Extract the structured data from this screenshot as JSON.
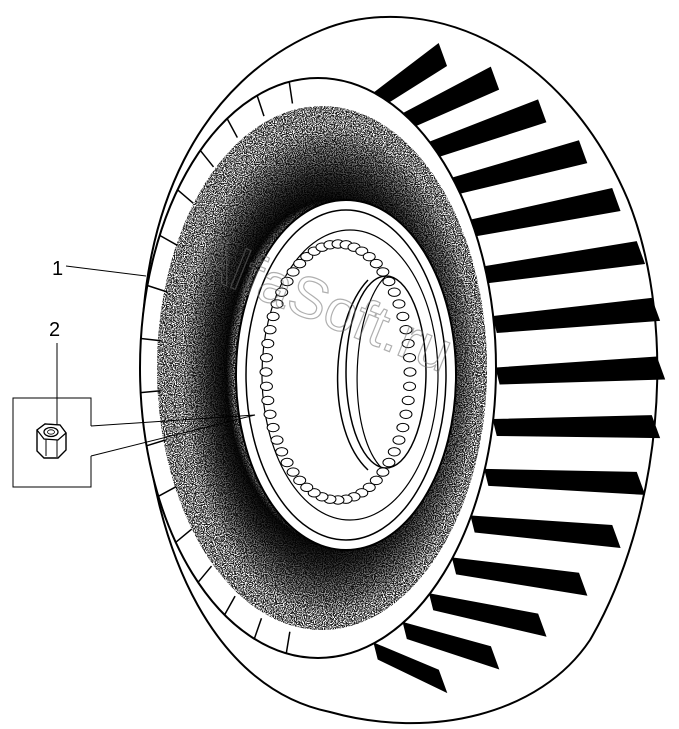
{
  "callouts": {
    "part_1": "1",
    "part_2": "2"
  },
  "watermark": "AlfaSoft.ru",
  "parts": {
    "part_1_icon": "tire-wheel-icon",
    "part_2_icon": "hex-nut-icon"
  },
  "colors": {
    "line": "#000000",
    "background": "#ffffff",
    "speckle": "#1a1a1a",
    "watermark": "#6f6f6f"
  }
}
